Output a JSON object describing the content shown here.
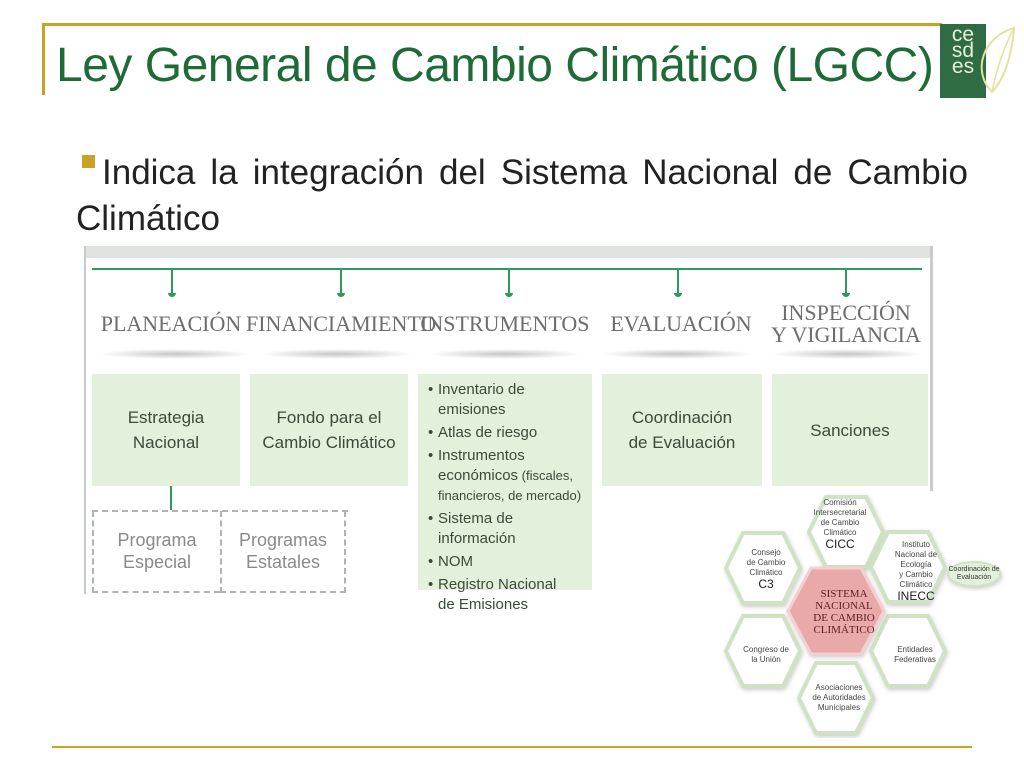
{
  "slide": {
    "title": "Ley General de Cambio Climático (LGCC)",
    "bullet": "Indica la integración del Sistema Nacional de Cambio Climático",
    "logo_text": "cesdes"
  },
  "diagram": {
    "categories": [
      {
        "id": "planeacion",
        "label": "PLANEACIÓN"
      },
      {
        "id": "financiamiento",
        "label": "FINANCIAMIENTO"
      },
      {
        "id": "instrumentos",
        "label": "INSTRUMENTOS"
      },
      {
        "id": "evaluacion",
        "label": "EVALUACIÓN"
      },
      {
        "id": "inspeccion",
        "label": "INSPECCIÓN\nY VIGILANCIA"
      }
    ],
    "boxes": {
      "planeacion": "Estrategia\nNacional",
      "financiamiento": "Fondo para el\nCambio Climático",
      "evaluacion": "Coordinación\nde Evaluación",
      "inspeccion": "Sanciones"
    },
    "instrumentos": [
      {
        "text": "Inventario de emisiones"
      },
      {
        "text": "Atlas de riesgo"
      },
      {
        "text": "Instrumentos\neconómicos",
        "note": " (fiscales,\nfinancieros, de mercado)"
      },
      {
        "text": "Sistema de información"
      },
      {
        "text": "NOM"
      },
      {
        "text": "Registro Nacional\nde Emisiones"
      }
    ],
    "sub_boxes": [
      "Programa\nEspecial",
      "Programas\nEstatales"
    ]
  },
  "hexagons": {
    "center": "SISTEMA\nNACIONAL\nDE CAMBIO\nCLIMÁTICO",
    "cicc": {
      "name": "Comisión\nIntersecretarial\nde Cambio\nClimático",
      "acronym": "CICC"
    },
    "inecc": {
      "name": "Instituto\nNacional de\nEcología\ny Cambio\nClimático",
      "acronym": "INECC"
    },
    "c3": {
      "name": "Consejo\nde Cambio\nClimático",
      "acronym": "C3"
    },
    "congreso": {
      "name": "Congreso de\nla Unión"
    },
    "entidades": {
      "name": "Entidades\nFederativas"
    },
    "asociaciones": {
      "name": "Asociaciones\nde Autoridades\nMunicipales"
    },
    "coordinacion": "Coordinación de\nEvaluación"
  },
  "colors": {
    "title_green": "#1e6b38",
    "gold": "#c9a227",
    "box_green": "#e3f1dc",
    "center_pink": "#e8a9a8"
  }
}
